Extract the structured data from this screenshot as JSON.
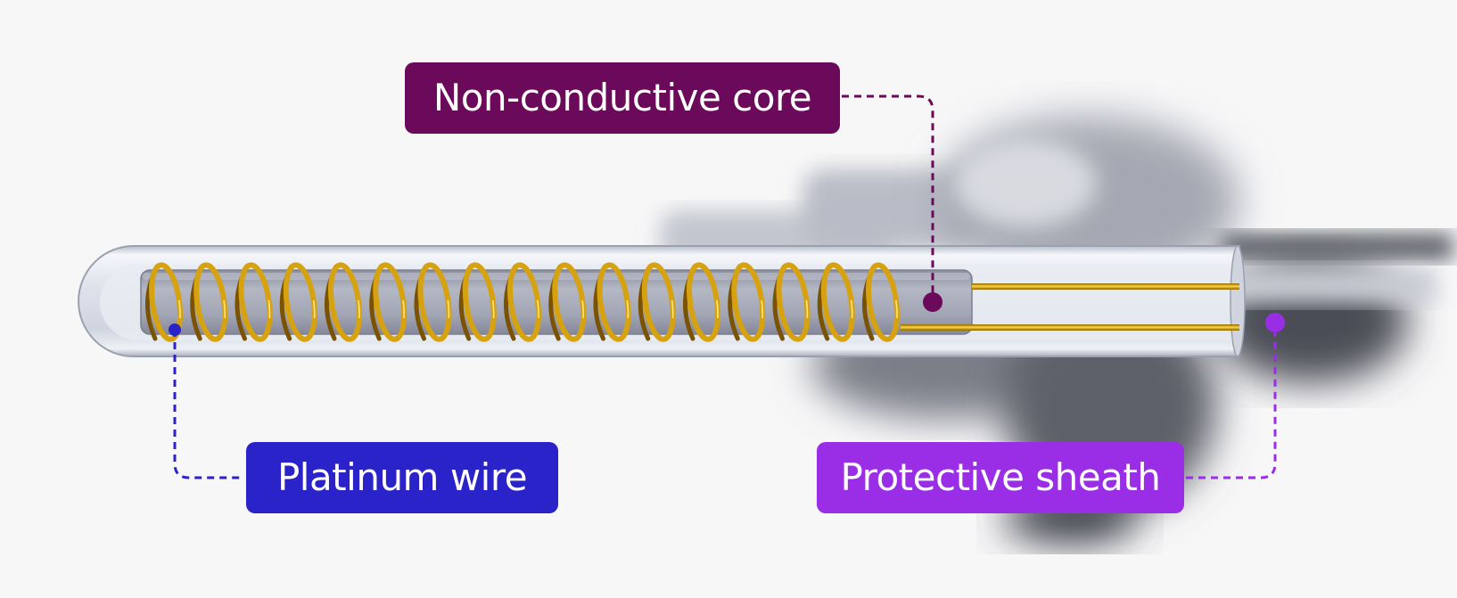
{
  "labels": {
    "core": "Non-conductive core",
    "wire": "Platinum wire",
    "sheath": "Protective sheath"
  },
  "colors": {
    "core": "#6b0a5a",
    "wire": "#2a23c9",
    "sheath": "#9a2ee6",
    "background": "#f7f7f8",
    "coil": "#d6a20f",
    "rod": "#a4a7b6",
    "sheath_glass": "#dfe3ec"
  },
  "coil_turns": 17
}
